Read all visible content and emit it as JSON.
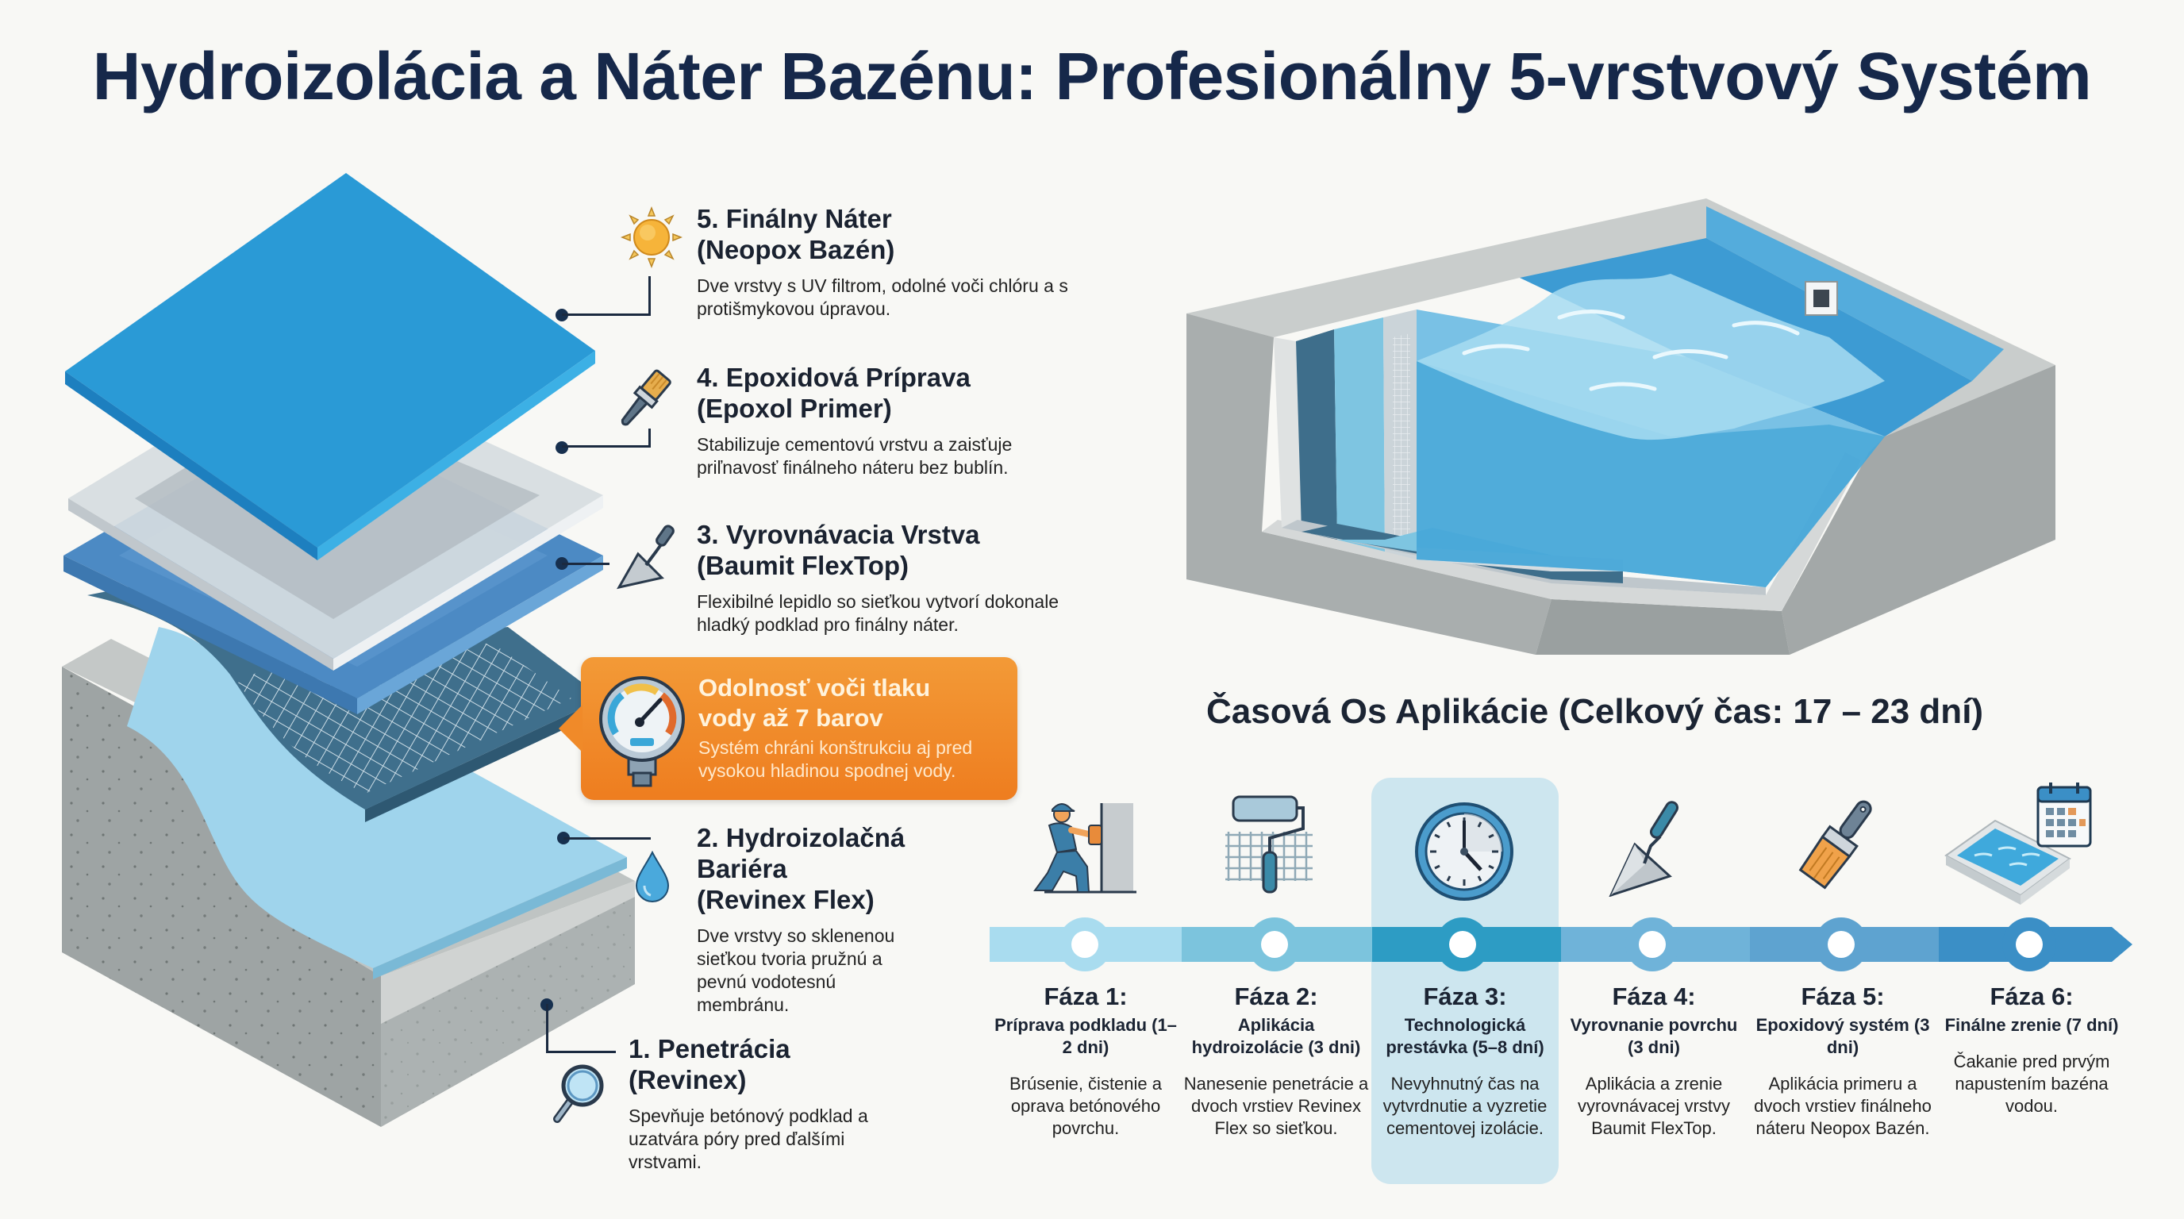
{
  "title": "Hydroizolácia a Náter Bazénu: Profesionálny 5-vrstvový Systém",
  "colors": {
    "title": "#16284a",
    "layer5": "#2a9ad6",
    "layer4": "#d4dbe0",
    "layer3": "#4c8ac4",
    "layer2_mesh": "#3d6f8c",
    "layer2_light": "#9fd4ec",
    "concrete": "#a9aeae",
    "callout": "#ef8424",
    "timeline_highlight": "#cde6ef"
  },
  "layers": [
    {
      "number": "5.",
      "heading_line1": "5. Finálny Náter",
      "heading_line2": "(Neopox Bazén)",
      "description": "Dve vrstvy s UV filtrom, odolné voči chlóru a s protišmykovou úpravou.",
      "icon": "sun-icon"
    },
    {
      "number": "4.",
      "heading_line1": "4. Epoxidová Príprava",
      "heading_line2": "(Epoxol Primer)",
      "description": "Stabilizuje cementovú vrstvu a zaisťuje priľnavosť finálneho náteru bez bublín.",
      "icon": "paintbrush-icon"
    },
    {
      "number": "3.",
      "heading_line1": "3. Vyrovnávacia Vrstva",
      "heading_line2": "(Baumit FlexTop)",
      "description": "Flexibilné lepidlo so sieťkou vytvorí dokonale hladký podklad pro finálny náter.",
      "icon": "trowel-icon"
    },
    {
      "number": "2.",
      "heading_line1": "2. Hydroizolačná",
      "heading_line2": "Bariéra",
      "heading_line3": "(Revinex Flex)",
      "description": "Dve vrstvy so sklenenou sieťkou tvoria pružnú a pevnú vodotesnú membránu.",
      "icon": "water-drop-icon"
    },
    {
      "number": "1.",
      "heading_line1": "1. Penetrácia",
      "heading_line2": "(Revinex)",
      "description": "Spevňuje betónový podklad a uzatvára póry pred ďalšími vrstvami.",
      "icon": "magnifier-icon"
    }
  ],
  "callout": {
    "heading": "Odolnosť voči tlaku vody až 7 barov",
    "description": "Systém chráni konštrukciu aj pred vysokou hladinou spodnej vody.",
    "icon": "pressure-gauge-icon"
  },
  "timeline": {
    "title": "Časová Os Aplikácie (Celkový čas: 17 – 23 dní)",
    "highlighted_phase": 3,
    "phases": [
      {
        "label": "Fáza 1:",
        "subtitle": "Príprava podkladu (1–2 dni)",
        "description": "Brúsenie, čistenie a oprava betónového povrchu.",
        "icon": "worker-icon",
        "color": "#a9dcef"
      },
      {
        "label": "Fáza 2:",
        "subtitle": "Aplikácia hydroizolácie (3 dni)",
        "description": "Nanesenie penetrácie a dvoch vrstiev Revinex Flex so sieťkou.",
        "icon": "paint-roller-mesh-icon",
        "color": "#7cc4dd"
      },
      {
        "label": "Fáza 3:",
        "subtitle": "Technologická prestávka (5–8 dní)",
        "description": "Nevyhnutný čas na vytvrdnutie a vyzretie cementovej izolácie.",
        "icon": "clock-icon",
        "color": "#2d9cc4"
      },
      {
        "label": "Fáza 4:",
        "subtitle": "Vyrovnanie povrchu (3 dni)",
        "description": "Aplikácia a zrenie vyrovnávacej vrstvy Baumit FlexTop.",
        "icon": "trowel-icon",
        "color": "#6fb3d9"
      },
      {
        "label": "Fáza 5:",
        "subtitle": "Epoxidový systém (3 dni)",
        "description": "Aplikácia primeru a dvoch vrstiev finálneho náteru Neopox Bazén.",
        "icon": "paintbrush-icon",
        "color": "#5ea3d0"
      },
      {
        "label": "Fáza 6:",
        "subtitle": "Finálne zrenie (7 dní)",
        "description": "Čakanie pred prvým napustením bazéna vodou.",
        "icon": "pool-calendar-icon",
        "color": "#3b8fc6"
      }
    ]
  }
}
